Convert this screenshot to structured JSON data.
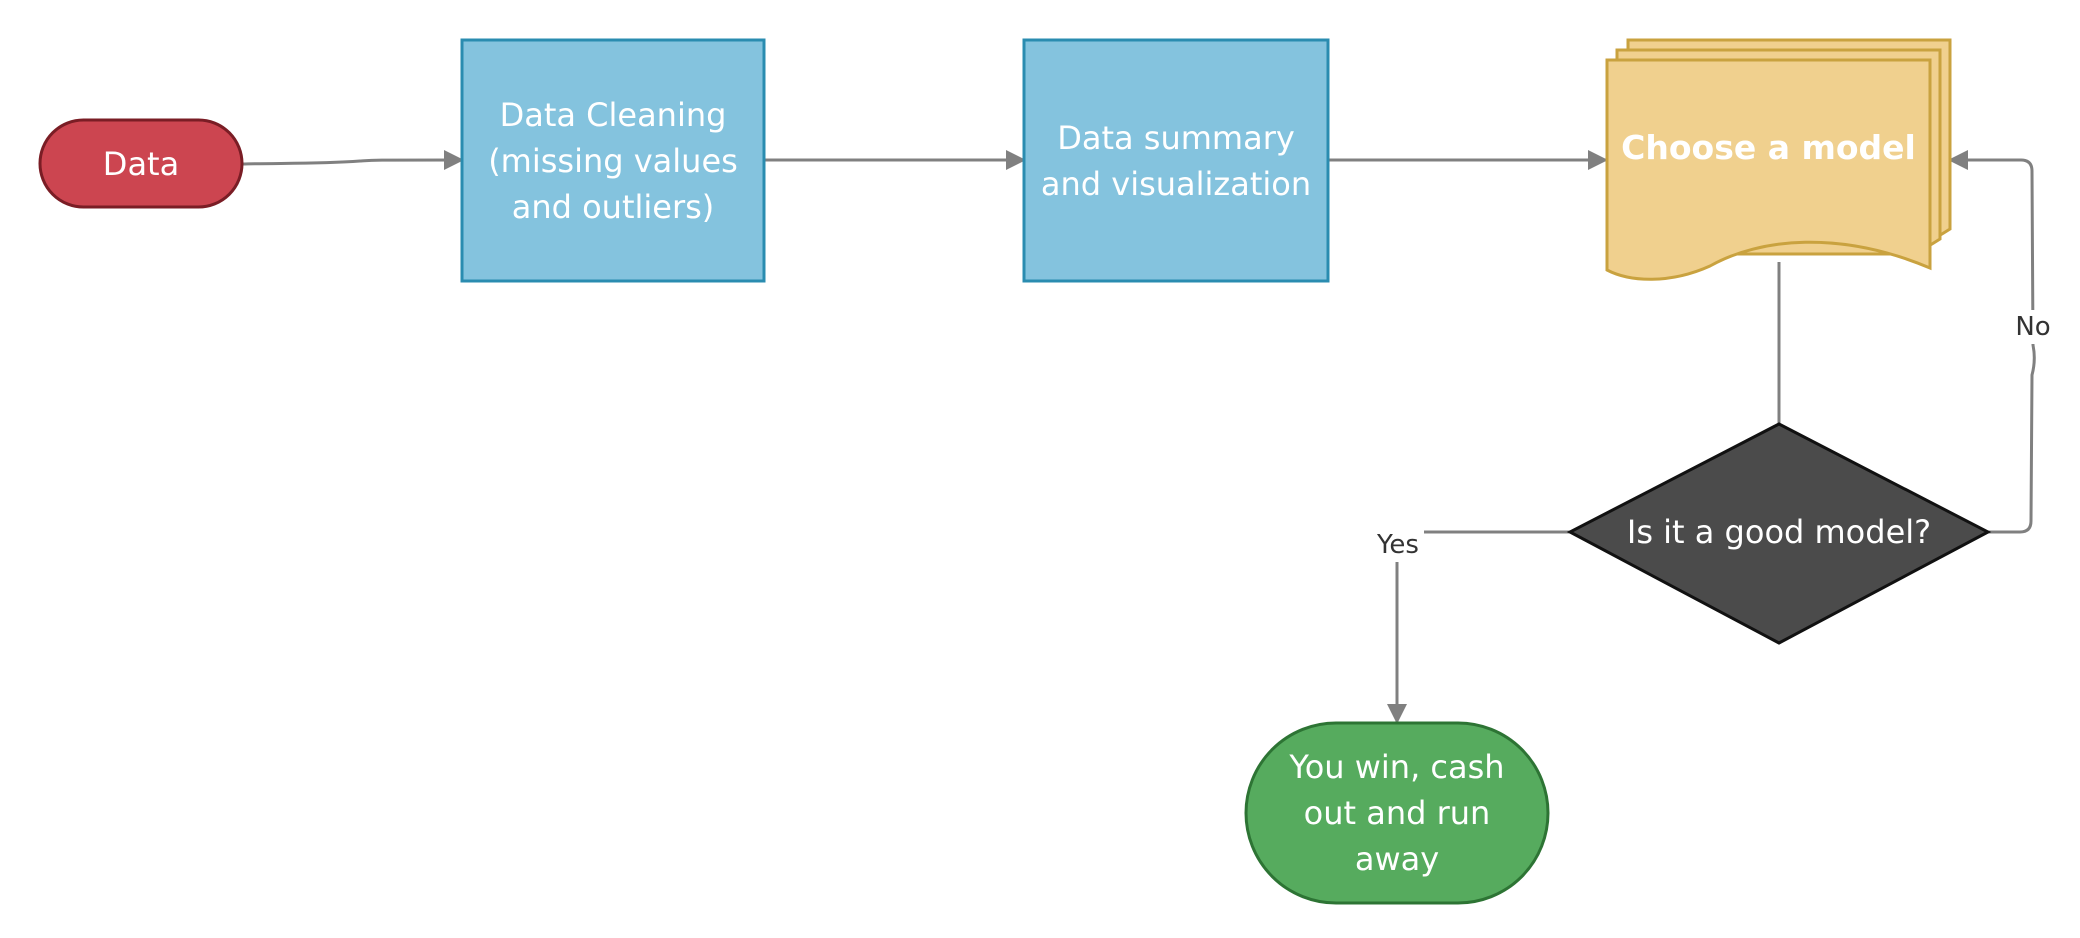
{
  "diagram": {
    "nodes": {
      "data": {
        "label": "Data",
        "shape": "terminator",
        "fill": "#cc4550",
        "stroke": "#7a1d25"
      },
      "cleaning": {
        "label": "Data Cleaning\n(missing values\nand outliers)",
        "shape": "process",
        "fill": "#84c3de",
        "stroke": "#2a8cb0"
      },
      "summary": {
        "label": "Data summary\nand visualization",
        "shape": "process",
        "fill": "#84c3de",
        "stroke": "#2a8cb0"
      },
      "model": {
        "label": "Choose a model",
        "shape": "multi-document",
        "fill": "#f0d08e",
        "stroke": "#c9a23f"
      },
      "decision": {
        "label": "Is it a good model?",
        "shape": "decision",
        "fill": "#4b4b4b",
        "stroke": "#111111"
      },
      "win": {
        "label": "You win, cash\nout and run\naway",
        "shape": "terminator",
        "fill": "#56ab5e",
        "stroke": "#2d7434"
      }
    },
    "edges": [
      {
        "from": "data",
        "to": "cleaning",
        "label": ""
      },
      {
        "from": "cleaning",
        "to": "summary",
        "label": ""
      },
      {
        "from": "summary",
        "to": "model",
        "label": ""
      },
      {
        "from": "model",
        "to": "decision",
        "label": ""
      },
      {
        "from": "decision",
        "to": "model",
        "label": "No"
      },
      {
        "from": "decision",
        "to": "win",
        "label": "Yes"
      }
    ],
    "edge_color": "#808080"
  }
}
